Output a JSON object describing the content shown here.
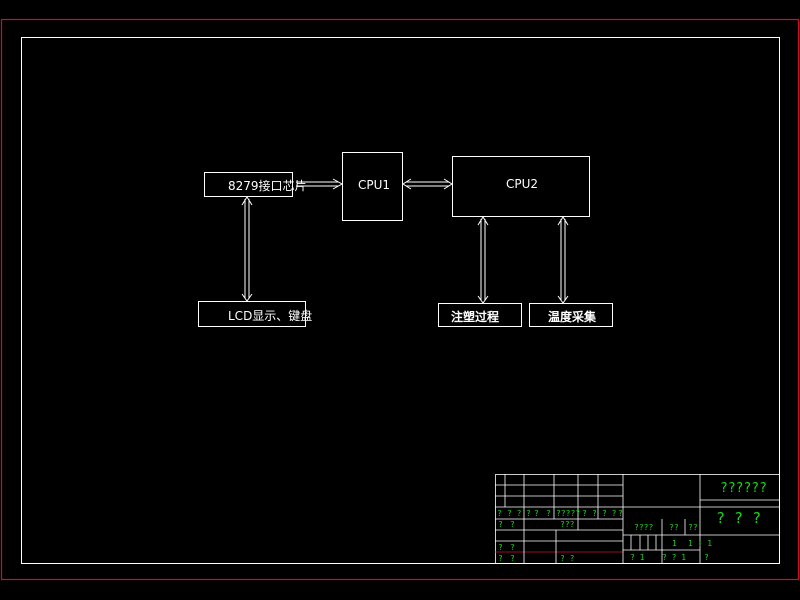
{
  "colors": {
    "background": "#000000",
    "outer_border": "#c8102e",
    "lines": "#ffffff",
    "title_block_text": "#19d419",
    "title_block_accent": "#c8102e"
  },
  "blocks": {
    "chip": "8279接口芯片",
    "cpu1": "CPU1",
    "cpu2": "CPU2",
    "lcd": "LCD显示、键盘",
    "injection": "注塑过程",
    "temperature": "温度采集"
  },
  "title_block": {
    "title": "??????",
    "subtitle": "? ? ?",
    "row_a": [
      "?",
      "? ?",
      "?",
      "?",
      "?",
      "?????",
      "?",
      "?",
      "? ?",
      "?"
    ],
    "c1": "?",
    "c2": "?",
    "c3": "???",
    "h1": "????",
    "h2": "??",
    "h3": "??",
    "g1": "?",
    "g2": "?",
    "g3": "1",
    "g4": "1 : 1",
    "b1": "?",
    "b2": "?",
    "b3": "? ?",
    "d1": "? 1",
    "d2": "? ? 1",
    "d3": "?"
  }
}
